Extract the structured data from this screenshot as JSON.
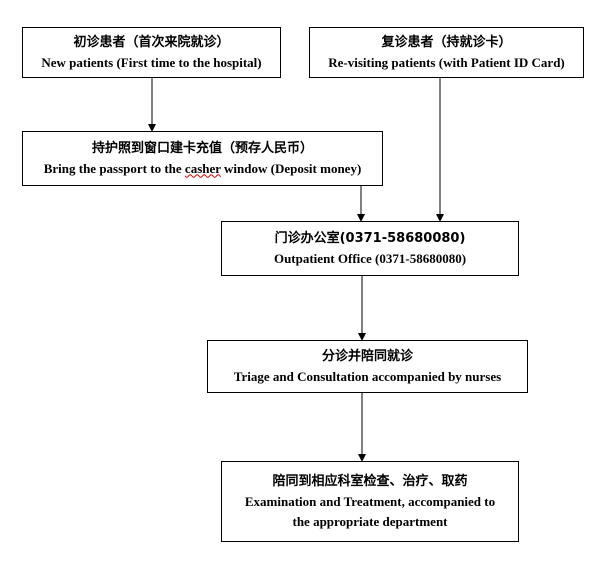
{
  "steps": {
    "new_patients": {
      "zh": "初诊患者（首次来院就诊）",
      "en": "New patients (First time to the hospital)"
    },
    "revisiting": {
      "zh": "复诊患者（持就诊卡）",
      "en": "Re-visiting patients (with Patient ID Card)"
    },
    "card": {
      "zh": "持护照到窗口建卡充值（预存人民币）",
      "en_before": "Bring the passport to the ",
      "en_flag": "casher",
      "en_after": " window (Deposit money)"
    },
    "office": {
      "zh": "门诊办公室(0371-58680080)",
      "en": "Outpatient Office (0371-58680080)"
    },
    "triage": {
      "zh": "分诊并陪同就诊",
      "en": "Triage and Consultation accompanied by nurses"
    },
    "exam": {
      "zh": "陪同到相应科室检查、治疗、取药",
      "en_line1": "Examination and Treatment, accompanied to",
      "en_line2": "the appropriate department"
    }
  }
}
